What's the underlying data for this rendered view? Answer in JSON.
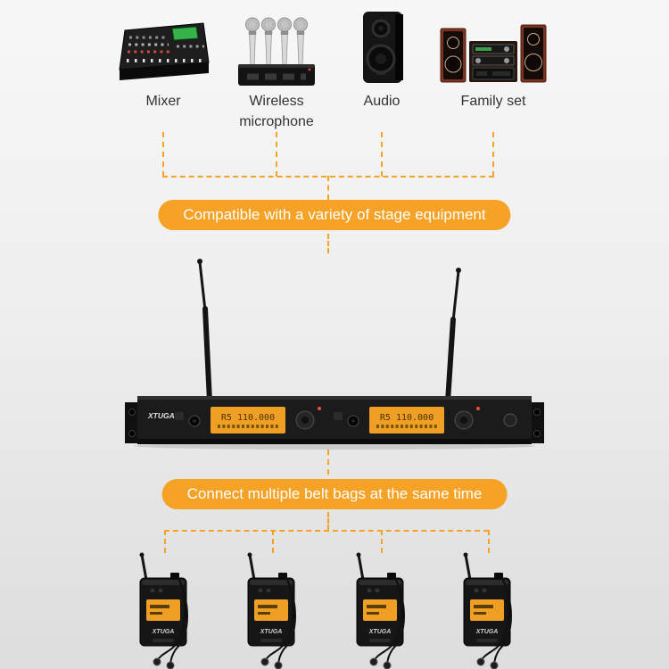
{
  "theme": {
    "accent": "#f5a227",
    "background_top": "#f7f7f7",
    "background_bottom": "#dddddd",
    "label_color": "#333333",
    "banner_text_color": "#ffffff",
    "lcd_color": "#ef9f23"
  },
  "equipment_row": {
    "items": [
      {
        "label": "Mixer",
        "icon": "mixer-icon"
      },
      {
        "label": "Wireless microphone",
        "icon": "wireless-microphone-icon"
      },
      {
        "label": "Audio",
        "icon": "audio-speaker-icon"
      },
      {
        "label": "Family set",
        "icon": "family-set-icon"
      }
    ]
  },
  "banners": {
    "compatibility": "Compatible with a variety of stage equipment",
    "beltbags": "Connect multiple belt bags at the same time"
  },
  "receiver": {
    "brand": "XTUGA",
    "left_display": "R5 110.000",
    "right_display": "R5 110.000"
  },
  "beltpacks": {
    "brand": "XTUGA",
    "count": 4
  }
}
